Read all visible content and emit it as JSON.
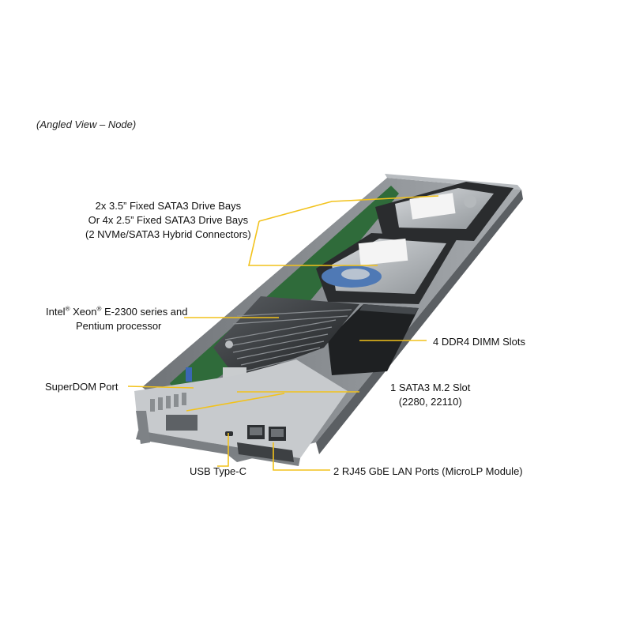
{
  "view_caption": "(Angled View – Node)",
  "callouts": {
    "drive_bays": {
      "line1": "2x 3.5” Fixed SATA3 Drive Bays",
      "line2": "Or 4x 2.5” Fixed SATA3 Drive Bays",
      "line3": "(2 NVMe/SATA3 Hybrid Connectors)"
    },
    "processor": {
      "brand1": "Intel",
      "reg": "®",
      "brand2": " Xeon",
      "rest": " E-2300 series and",
      "line2": "Pentium processor"
    },
    "dimm": "4 DDR4 DIMM Slots",
    "superdom": "SuperDOM Port",
    "m2": {
      "line1": "1 SATA3 M.2 Slot",
      "line2": "(2280, 22110)"
    },
    "usb": "USB Type-C",
    "lan": "2 RJ45 GbE LAN Ports (MicroLP Module)"
  },
  "colors": {
    "callout_line": "#f2c21b",
    "chassis": "#8e9296",
    "pcb": "#2f6b3a"
  }
}
